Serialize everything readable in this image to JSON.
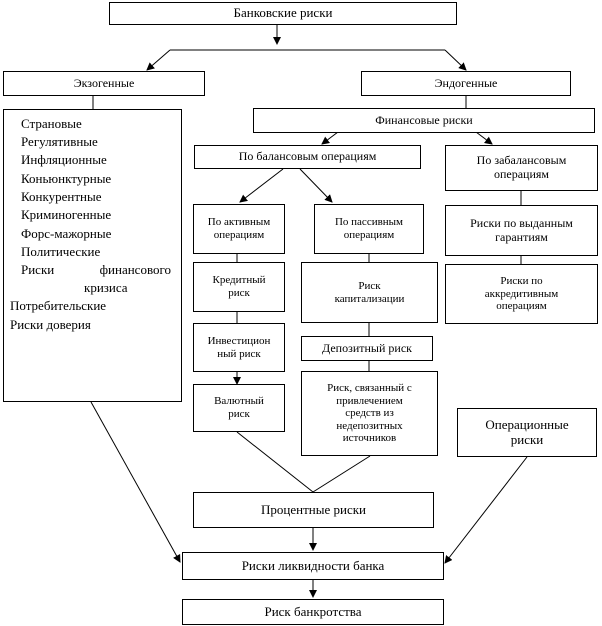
{
  "title": "Банковские риски",
  "exogenous": {
    "label": "Экзогенные",
    "items": [
      "Страновые",
      "Регулятивные",
      "Инфляционные",
      "Коньюнктурные",
      "Конкурентные",
      "Криминогенные",
      "Форс-мажорные",
      "Политические",
      "Риски финансового",
      "кризиса",
      "Потребительские",
      "Риски доверия"
    ]
  },
  "endogenous": {
    "label": "Эндогенные",
    "financial": "Финансовые риски",
    "balance": "По балансовым операциям",
    "offbalance": "По забалансовым операциям",
    "active": "По активным операциям",
    "passive": "По пассивным операциям",
    "credit": "Кредитный риск",
    "investment": "Инвестицион ный риск",
    "currency": "Валютный риск",
    "capitalization": "Риск капитализации",
    "deposit": "Депозитный риск",
    "nondeposit": "Риск, связанный с привлечением средств из недепозитных источников",
    "guarantees": "Риски по выданным гарантиям",
    "letters_of_credit": "Риски по аккредитивным операциям",
    "operational": "Операционные риски"
  },
  "interest": "Процентные риски",
  "liquidity": "Риски ликвидности банка",
  "bankruptcy": "Риск банкротства"
}
